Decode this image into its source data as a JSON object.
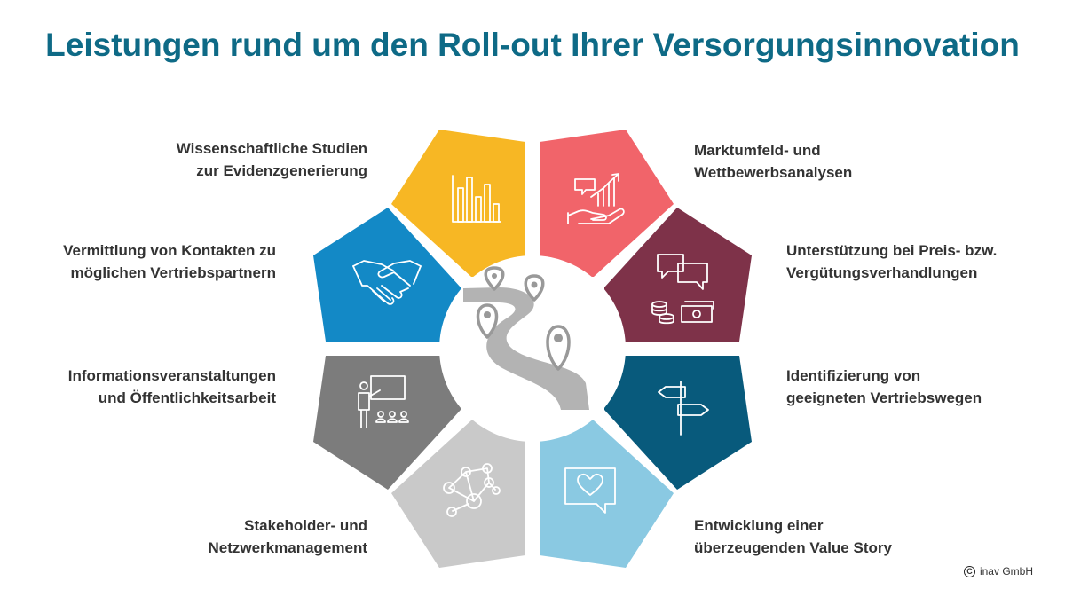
{
  "title": "Leistungen rund um den Roll-out Ihrer Versorgungsinnovation",
  "colors": {
    "title": "#0e6a86",
    "studies": "#f7b724",
    "market": "#f1646a",
    "pricing": "#7e3249",
    "channels": "#085a7c",
    "value_story": "#8ac9e2",
    "stakeholder": "#c9c9c9",
    "information": "#7c7c7c",
    "contacts": "#1389c6",
    "road": "#b3b3b3"
  },
  "segments": [
    {
      "id": "studies",
      "icon": "bar-chart-icon",
      "lines": [
        "Wissenschaftliche Studien",
        "zur Evidenzgenerierung"
      ]
    },
    {
      "id": "market",
      "icon": "growth-chart-hand-icon",
      "lines": [
        "Marktumfeld- und",
        "Wettbewerbsanalysen"
      ]
    },
    {
      "id": "pricing",
      "icon": "negotiation-money-icon",
      "lines": [
        "Unterstützung bei Preis- bzw.",
        "Vergütungsverhandlungen"
      ]
    },
    {
      "id": "channels",
      "icon": "signpost-icon",
      "lines": [
        "Identifizierung von",
        "geeigneten Vertriebswegen"
      ]
    },
    {
      "id": "value_story",
      "icon": "heart-speech-bubble-icon",
      "lines": [
        "Entwicklung einer",
        "überzeugenden Value Story"
      ]
    },
    {
      "id": "stakeholder",
      "icon": "network-people-icon",
      "lines": [
        "Stakeholder- und",
        "Netzwerkmanagement"
      ]
    },
    {
      "id": "information",
      "icon": "presentation-audience-icon",
      "lines": [
        "Informationsveranstaltungen",
        "und Öffentlichkeitsarbeit"
      ]
    },
    {
      "id": "contacts",
      "icon": "handshake-icon",
      "lines": [
        "Vermittlung von Kontakten zu",
        "möglichen Vertriebspartnern"
      ]
    }
  ],
  "center_icon": "road-map-pins-icon",
  "copyright": "inav GmbH"
}
